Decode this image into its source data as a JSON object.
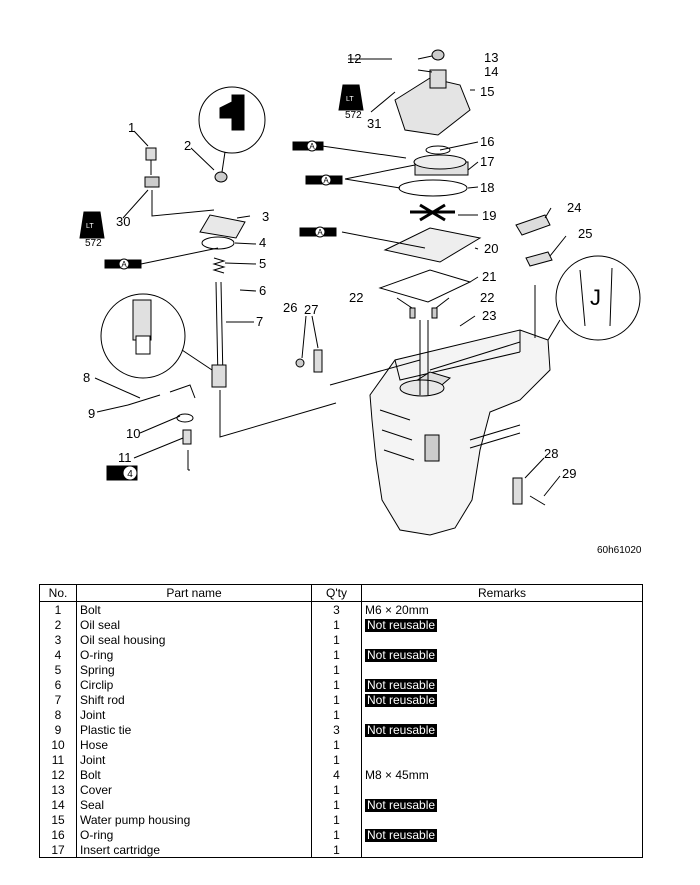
{
  "diagram": {
    "code": "60h61020",
    "callouts": [
      "1",
      "2",
      "3",
      "4",
      "5",
      "6",
      "7",
      "8",
      "9",
      "10",
      "11",
      "12",
      "13",
      "14",
      "15",
      "16",
      "17",
      "18",
      "19",
      "20",
      "21",
      "22",
      "22",
      "23",
      "24",
      "25",
      "26",
      "27",
      "28",
      "29",
      "30",
      "31"
    ],
    "lt_label": "LT",
    "lt_number": "572",
    "grease_letter": "A",
    "sealant_number": "4",
    "detail_letter": "J"
  },
  "table": {
    "headers": {
      "no": "No.",
      "name": "Part name",
      "qty": "Q'ty",
      "remarks": "Remarks"
    },
    "rows": [
      {
        "no": "1",
        "name": "Bolt",
        "qty": "3",
        "remark": "M6 × 20mm",
        "not_reusable": false
      },
      {
        "no": "2",
        "name": "Oil seal",
        "qty": "1",
        "remark": "Not reusable",
        "not_reusable": true
      },
      {
        "no": "3",
        "name": "Oil seal housing",
        "qty": "1",
        "remark": "",
        "not_reusable": false
      },
      {
        "no": "4",
        "name": "O-ring",
        "qty": "1",
        "remark": "Not reusable",
        "not_reusable": true
      },
      {
        "no": "5",
        "name": "Spring",
        "qty": "1",
        "remark": "",
        "not_reusable": false
      },
      {
        "no": "6",
        "name": "Circlip",
        "qty": "1",
        "remark": "Not reusable",
        "not_reusable": true
      },
      {
        "no": "7",
        "name": "Shift rod",
        "qty": "1",
        "remark": "Not reusable",
        "not_reusable": true
      },
      {
        "no": "8",
        "name": "Joint",
        "qty": "1",
        "remark": "",
        "not_reusable": false
      },
      {
        "no": "9",
        "name": "Plastic tie",
        "qty": "3",
        "remark": "Not reusable",
        "not_reusable": true
      },
      {
        "no": "10",
        "name": "Hose",
        "qty": "1",
        "remark": "",
        "not_reusable": false
      },
      {
        "no": "11",
        "name": "Joint",
        "qty": "1",
        "remark": "",
        "not_reusable": false
      },
      {
        "no": "12",
        "name": "Bolt",
        "qty": "4",
        "remark": "M8 × 45mm",
        "not_reusable": false
      },
      {
        "no": "13",
        "name": "Cover",
        "qty": "1",
        "remark": "",
        "not_reusable": false
      },
      {
        "no": "14",
        "name": "Seal",
        "qty": "1",
        "remark": "Not reusable",
        "not_reusable": true
      },
      {
        "no": "15",
        "name": "Water pump housing",
        "qty": "1",
        "remark": "",
        "not_reusable": false
      },
      {
        "no": "16",
        "name": "O-ring",
        "qty": "1",
        "remark": "Not reusable",
        "not_reusable": true
      },
      {
        "no": "17",
        "name": "Insert cartridge",
        "qty": "1",
        "remark": "",
        "not_reusable": false
      }
    ]
  }
}
